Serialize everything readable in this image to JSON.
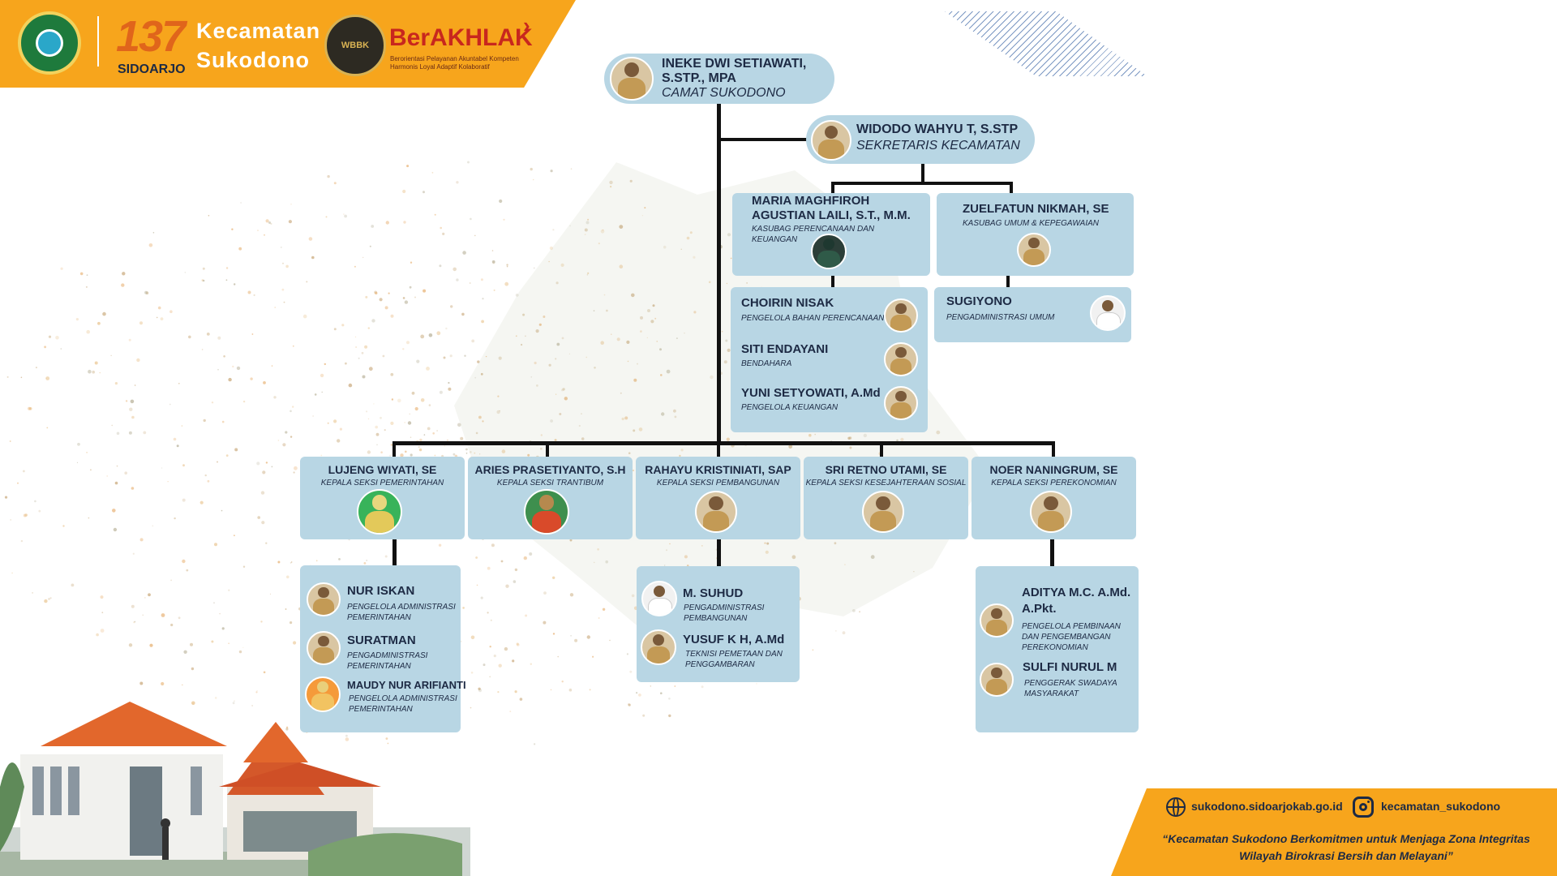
{
  "header": {
    "anniversary_number": "137",
    "regency": "SIDOARJO",
    "title_line1": "Kecamatan",
    "title_line2": "Sukodono",
    "wbbk_badge": "WBBK",
    "brand": "BerAKHLAK",
    "brand_tagline": "Berorientasi Pelayanan Akuntabel Kompeten Harmonis Loyal Adaptif Kolaboratif"
  },
  "head": {
    "name_line1": "INEKE DWI SETIAWATI,",
    "name_line2": "S.STP., MPA",
    "role": "CAMAT SUKODONO"
  },
  "secretary": {
    "name": "WIDODO WAHYU T, S.STP",
    "role": "SEKRETARIS KECAMATAN"
  },
  "subdivisions": {
    "perencanaan": {
      "name_line1": "MARIA MAGHFIROH",
      "name_line2": "AGUSTIAN LAILI, S.T., M.M.",
      "role": "KASUBAG PERENCANAAN DAN KEUANGAN",
      "staff": [
        {
          "name": "CHOIRIN NISAK",
          "role": "PENGELOLA BAHAN PERENCANAAN"
        },
        {
          "name": "SITI ENDAYANI",
          "role": "BENDAHARA"
        },
        {
          "name": "YUNI SETYOWATI, A.Md",
          "role": "PENGELOLA KEUANGAN"
        }
      ]
    },
    "umum": {
      "name": "ZUELFATUN NIKMAH, SE",
      "role": "KASUBAG UMUM & KEPEGAWAIAN",
      "staff": [
        {
          "name": "SUGIYONO",
          "role": "PENGADMINISTRASI UMUM"
        }
      ]
    }
  },
  "sections": [
    {
      "name": "LUJENG WIYATI, SE",
      "role": "KEPALA SEKSI PEMERINTAHAN"
    },
    {
      "name": "ARIES PRASETIYANTO, S.H",
      "role": "KEPALA SEKSI TRANTIBUM"
    },
    {
      "name": "RAHAYU KRISTINIATI, SAP",
      "role": "KEPALA SEKSI PEMBANGUNAN"
    },
    {
      "name": "SRI RETNO UTAMI, SE",
      "role": "KEPALA SEKSI KESEJAHTERAAN SOSIAL"
    },
    {
      "name": "NOER NANINGRUM, SE",
      "role": "KEPALA SEKSI PEREKONOMIAN"
    }
  ],
  "pemerintahan_staff": [
    {
      "name": "NUR ISKAN",
      "role": "PENGELOLA ADMINISTRASI PEMERINTAHAN"
    },
    {
      "name": "SURATMAN",
      "role": "PENGADMINISTRASI PEMERINTAHAN"
    },
    {
      "name": "MAUDY NUR ARIFIANTI",
      "role": "PENGELOLA ADMINISTRASI PEMERINTAHAN"
    }
  ],
  "pembangunan_staff": [
    {
      "name": "M. SUHUD",
      "role": "PENGADMINISTRASI PEMBANGUNAN"
    },
    {
      "name": "YUSUF K H, A.Md",
      "role": "TEKNISI PEMETAAN DAN PENGGAMBARAN"
    }
  ],
  "perekonomian_staff": [
    {
      "name_line1": "ADITYA M.C. A.Md.",
      "name_line2": "A.Pkt.",
      "role": "PENGELOLA PEMBINAAN DAN PENGEMBANGAN PEREKONOMIAN"
    },
    {
      "name": "SULFI NURUL M",
      "role": "PENGGERAK SWADAYA MASYARAKAT"
    }
  ],
  "footer": {
    "website": "sukodono.sidoarjokab.go.id",
    "instagram": "kecamatan_sukodono",
    "quote": "“Kecamatan Sukodono Berkomitmen untuk Menjaga Zona Integritas Wilayah Birokrasi Bersih dan Melayani”"
  },
  "icons": [
    "sidoarjo-seal-logo",
    "wbbk-badge-logo",
    "globe-icon",
    "instagram-icon"
  ],
  "colors": {
    "banner": "#f7a51c",
    "card": "#b8d6e4",
    "text": "#1d2a44",
    "connector": "#111111",
    "brand_red": "#c8271e"
  }
}
